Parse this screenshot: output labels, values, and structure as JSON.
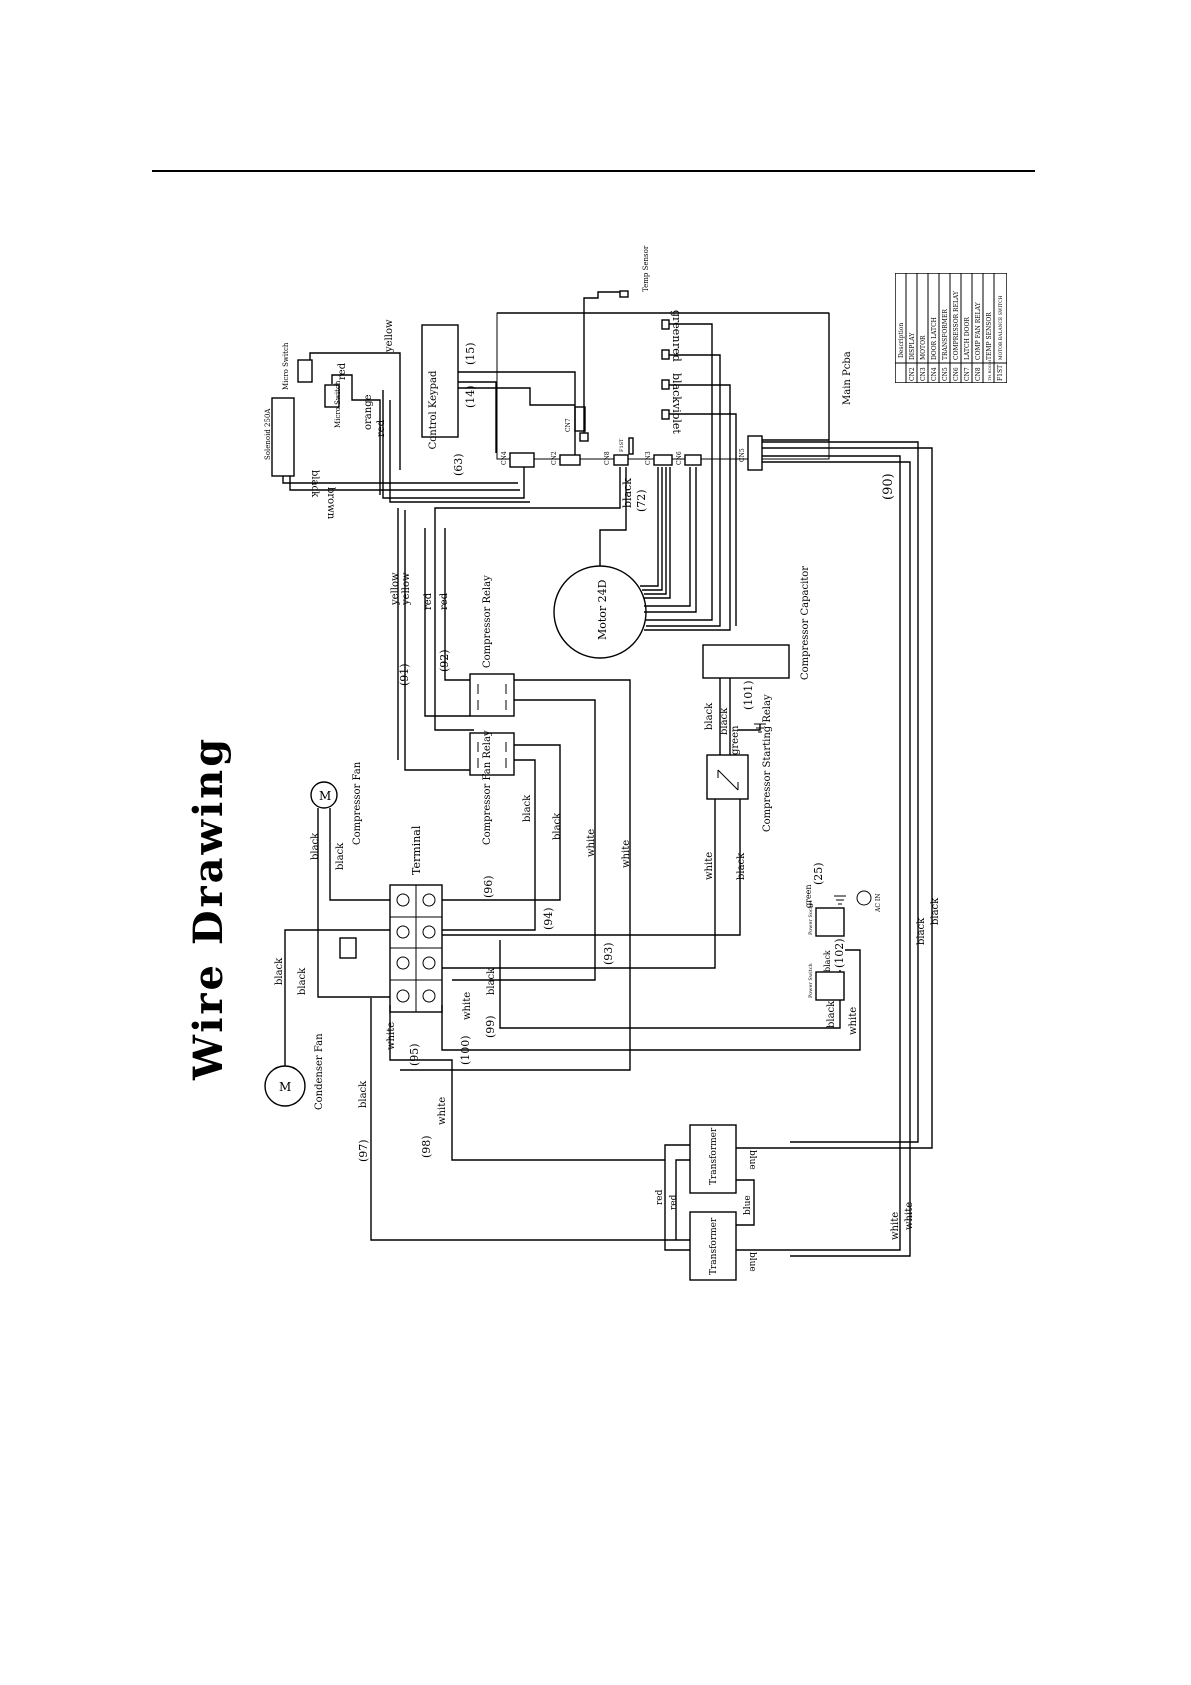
{
  "title": "Wire Drawing",
  "components": {
    "solenoid": "Solenoid 250A",
    "micro_switch": "Micro Switch",
    "control_keypad": "Control Keypad",
    "temp_sensor": "Temp Sensor",
    "main_pcba": "Main Pcba",
    "motor": "Motor 24D",
    "compressor_relay": "Compressor Relay",
    "compressor_fan_relay": "Compressor Fan Relay",
    "compressor_capacitor": "Compressor Capacitor",
    "compressor_starting_relay": "Compressor Starting Relay",
    "compressor_fan": "Compressor Fan",
    "condenser_fan": "Condenser Fan",
    "terminal": "Terminal",
    "transformer": "Transformer",
    "power_socket": "Power Socket",
    "power_switch": "Power Switch",
    "ac_in": "AC IN",
    "fuse": "F1ST",
    "motor_symbol": "M"
  },
  "connectors": [
    "CN4",
    "CN2",
    "CN7",
    "CN8",
    "CN3",
    "CN6",
    "CN5"
  ],
  "wire_colors": [
    "black",
    "brown",
    "red",
    "yellow",
    "orange",
    "white",
    "green",
    "blue",
    "violet"
  ],
  "wire_numbers": [
    "(14)",
    "(15)",
    "(63)",
    "(72)",
    "(90)",
    "(91)",
    "(92)",
    "(93)",
    "(94)",
    "(95)",
    "(96)",
    "(97)",
    "(98)",
    "(99)",
    "(100)",
    "(101)",
    "(102)",
    "(25)"
  ],
  "legend": {
    "header": [
      "",
      "Description"
    ],
    "rows": [
      [
        "CN2",
        "DISPLAY"
      ],
      [
        "CN3",
        "MOTOR"
      ],
      [
        "CN4",
        "DOOR LATCH"
      ],
      [
        "CN5",
        "TRANSFORMER"
      ],
      [
        "CN6",
        "COMPRESSOR RELAY"
      ],
      [
        "CN7",
        "LATCH DOOR"
      ],
      [
        "CN8",
        "COMP FAN RELAY"
      ],
      [
        "TH ROOM",
        "TEMP SENSOR"
      ],
      [
        "F1ST",
        "MOTOR BALANCE SWITCH"
      ]
    ]
  }
}
